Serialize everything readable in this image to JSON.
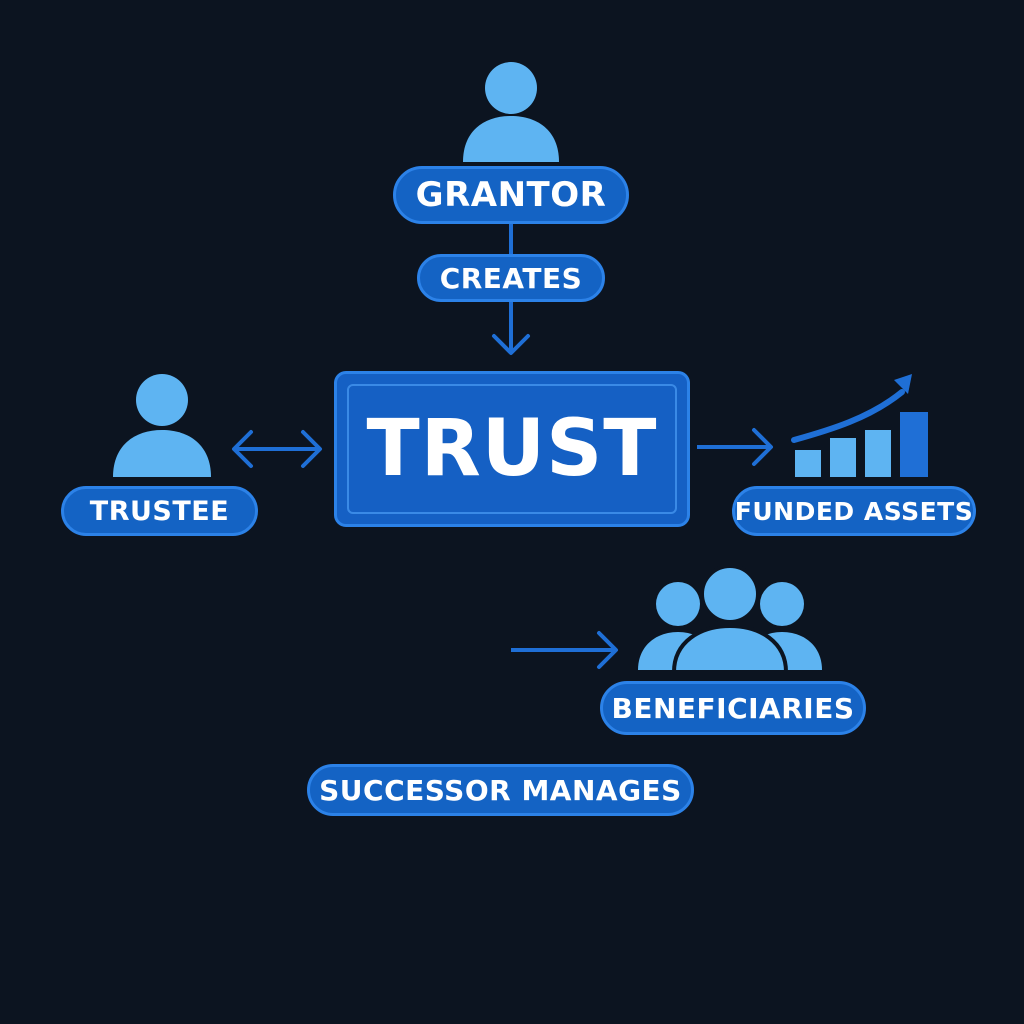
{
  "diagram": {
    "grantor_label": "GRANTOR",
    "creates_label": "CREATES",
    "trust_label": "TRUST",
    "trustee_label": "TRUSTEE",
    "funded_assets_label": "FUNDED ASSETS",
    "beneficiaries_label": "BENEFICIARIES",
    "successor_label": "SUCCESSOR MANAGES"
  },
  "colors": {
    "background": "#0c1420",
    "pill_fill": "#1463c4",
    "icon_light": "#5eb4f2",
    "arrow": "#1f6fd6"
  },
  "icons": {
    "grantor": "person-icon",
    "trustee": "person-icon",
    "assets": "bar-chart-growth-icon",
    "beneficiaries": "group-icon"
  }
}
